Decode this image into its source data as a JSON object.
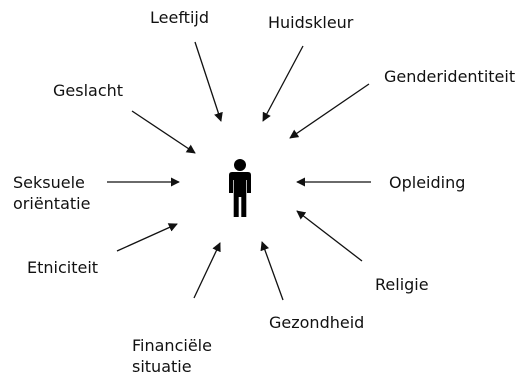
{
  "diagram": {
    "center_icon": "person-icon",
    "colors": {
      "stroke": "#111111",
      "icon": "#000000"
    },
    "labels": {
      "leeftijd": "Leeftijd",
      "huidskleur": "Huidskleur",
      "genderidentiteit": "Genderidentiteit",
      "geslacht": "Geslacht",
      "seksuele_orientatie": "Seksuele\noriëntatie",
      "opleiding": "Opleiding",
      "etniciteit": "Etniciteit",
      "religie": "Religie",
      "gezondheid": "Gezondheid",
      "financiele_situatie": "Financiële\nsituatie"
    }
  }
}
